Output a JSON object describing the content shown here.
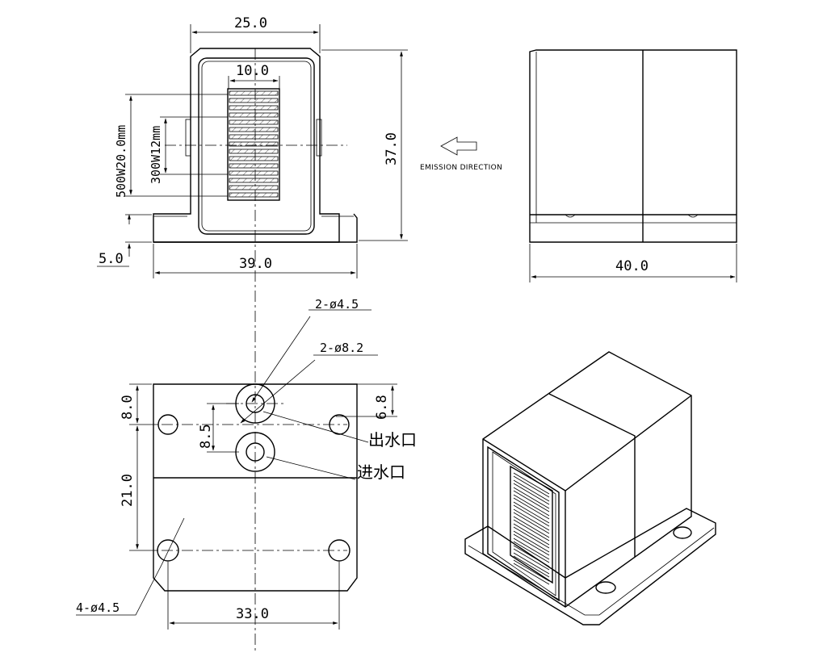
{
  "drawing": {
    "front_view": {
      "width_top": "25.0",
      "window_width": "10.0",
      "height": "37.0",
      "base_height": "5.0",
      "base_width": "39.0",
      "bar_span_outer": "500W20.0mm",
      "bar_span_inner": "300W12mm"
    },
    "side_view": {
      "emission_label": "EMISSION DIRECTION",
      "length": "40.0"
    },
    "bottom_view": {
      "small_holes": "2-ø4.5",
      "large_holes": "2-ø8.2",
      "port_spacing": "6.8",
      "port_offset": "8.5",
      "outlet_label": "出水口",
      "inlet_label": "进水口",
      "edge_offset": "8.0",
      "hole_spacing_v": "21.0",
      "mount_holes": "4-ø4.5",
      "hole_spacing_h": "33.0"
    }
  }
}
